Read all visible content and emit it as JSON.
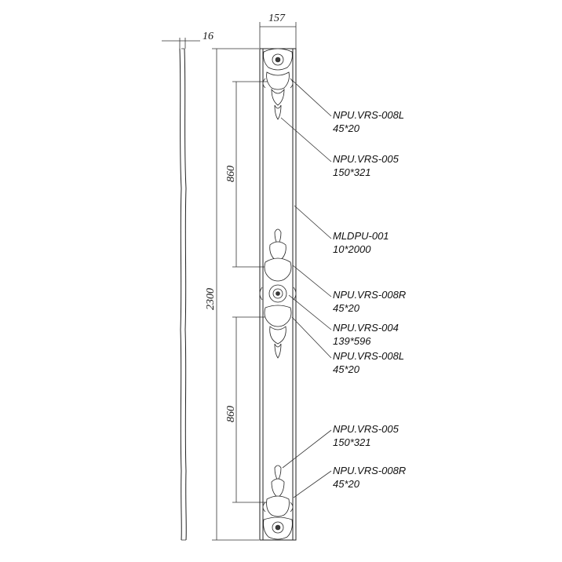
{
  "dimensions": {
    "width": "157",
    "depth": "16",
    "height": "2300",
    "upper_span": "860",
    "lower_span": "860"
  },
  "callouts": [
    {
      "code": "NPU.VRS-008L",
      "size": "45*20"
    },
    {
      "code": "NPU.VRS-005",
      "size": "150*321"
    },
    {
      "code": "MLDPU-001",
      "size": "10*2000"
    },
    {
      "code": "NPU.VRS-008R",
      "size": "45*20"
    },
    {
      "code": "NPU.VRS-004",
      "size": "139*596"
    },
    {
      "code": "NPU.VRS-008L",
      "size": "45*20"
    },
    {
      "code": "NPU.VRS-005",
      "size": "150*321"
    },
    {
      "code": "NPU.VRS-008R",
      "size": "45*20"
    }
  ]
}
